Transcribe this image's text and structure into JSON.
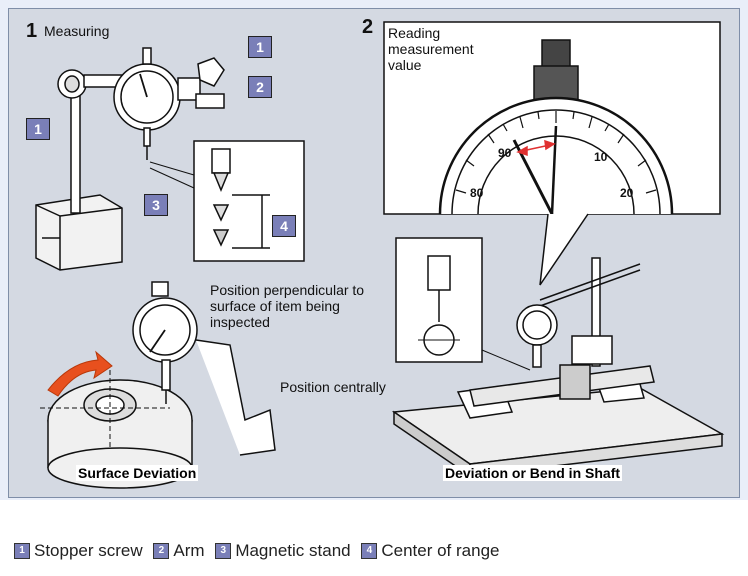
{
  "section1": {
    "number": "1",
    "title": "Measuring"
  },
  "section2": {
    "number": "2",
    "title": "Reading measurement value"
  },
  "callouts": {
    "c1a": "1",
    "c1b": "1",
    "c2": "2",
    "c3": "3",
    "c4": "4"
  },
  "annotations": {
    "perpendicular": "Position perpendicular to surface of item being inspected",
    "centrally": "Position centrally"
  },
  "captions": {
    "left": "Surface Deviation",
    "right": "Deviation or Bend in Shaft"
  },
  "dial": {
    "tick_90": "90",
    "tick_80": "80",
    "tick_10": "10",
    "tick_20": "20"
  },
  "legend": [
    {
      "num": "1",
      "label": "Stopper screw"
    },
    {
      "num": "2",
      "label": "Arm"
    },
    {
      "num": "3",
      "label": "Magnetic stand"
    },
    {
      "num": "4",
      "label": "Center of range"
    }
  ],
  "colors": {
    "panel": "#d4d9e2",
    "callout": "#7a7fb8",
    "arrow": "#e8501e",
    "indicator": "#e03030"
  }
}
